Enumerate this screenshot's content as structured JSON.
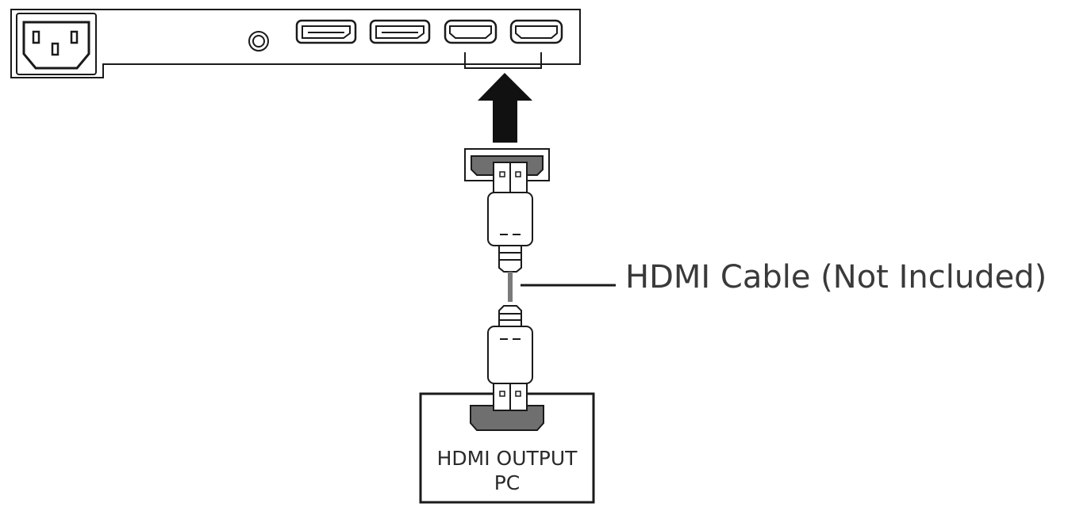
{
  "callout": {
    "cable_label": "HDMI Cable (Not Included)"
  },
  "pc_box": {
    "line1": "HDMI OUTPUT",
    "line2": "PC"
  },
  "icons": {
    "power": "power-inlet-icon",
    "audio": "audio-jack-icon",
    "displayport": "displayport-icon",
    "hdmi": "hdmi-port-icon",
    "arrow": "arrow-up-icon"
  },
  "colors": {
    "line": "#1a1a1a",
    "connector_fill": "#6f6f6f",
    "cable": "#7a7a7a"
  }
}
